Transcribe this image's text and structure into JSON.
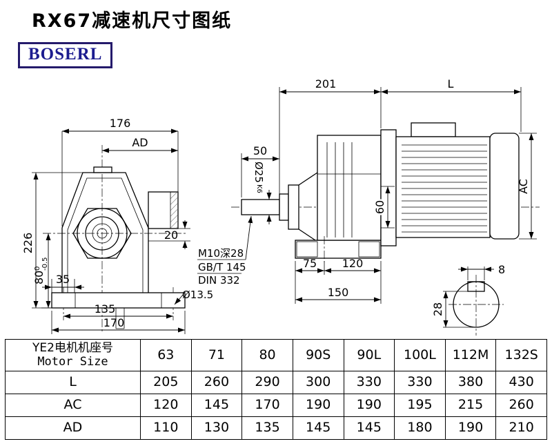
{
  "title": "RX67减速机尺寸图纸",
  "logo": "BOSERL",
  "front_view": {
    "dim_176": "176",
    "dim_ad": "AD",
    "dim_226": "226",
    "dim_80": "80",
    "tol_upper": "0",
    "tol_lower": "-0.5",
    "dim_35": "35",
    "dim_135": "135",
    "dim_170": "170",
    "dim_20": "20",
    "hole_dia": "Ø13.5"
  },
  "side_view": {
    "dim_201": "201",
    "dim_l": "L",
    "dim_50": "50",
    "shaft_dia": "Ø25",
    "shaft_fit": "K6",
    "dim_60": "60",
    "dim_ac": "AC",
    "callout_1": "M10深28",
    "callout_2": "GB/T 145",
    "callout_3": "DIN 332",
    "dim_75": "75",
    "dim_120": "120",
    "dim_150": "150"
  },
  "shaft_end": {
    "key_width": "8",
    "dim_28": "28"
  },
  "table": {
    "header_cn": "YE2电机机座号",
    "header_en": "Motor Size",
    "sizes": [
      "63",
      "71",
      "80",
      "90S",
      "90L",
      "100L",
      "112M",
      "132S"
    ],
    "rows": [
      {
        "label": "L",
        "values": [
          "205",
          "260",
          "290",
          "300",
          "330",
          "330",
          "380",
          "430"
        ]
      },
      {
        "label": "AC",
        "values": [
          "120",
          "145",
          "170",
          "190",
          "190",
          "195",
          "215",
          "260"
        ]
      },
      {
        "label": "AD",
        "values": [
          "110",
          "130",
          "135",
          "145",
          "145",
          "180",
          "190",
          "210"
        ]
      }
    ]
  }
}
